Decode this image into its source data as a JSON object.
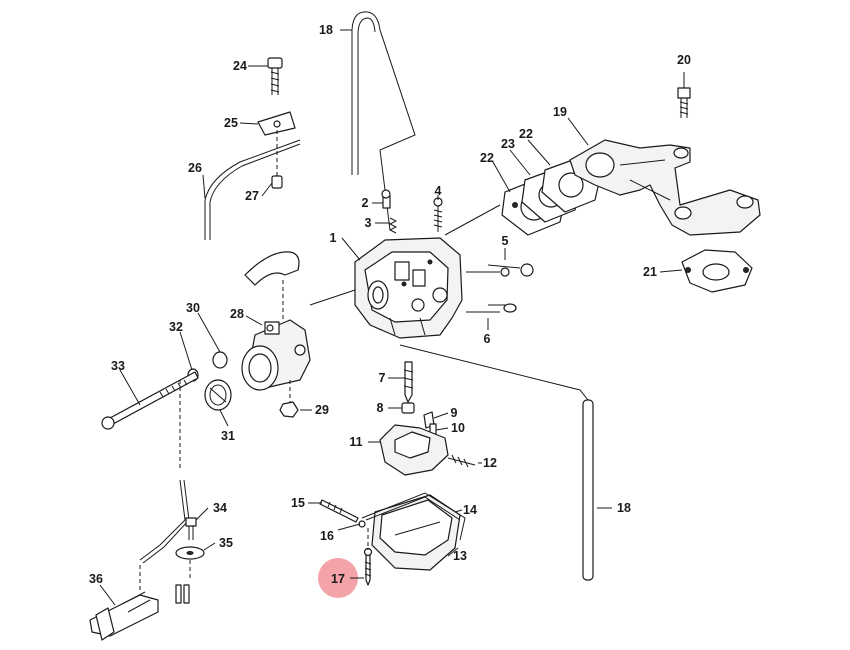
{
  "highlight": {
    "color": "#f4a3a8",
    "label": "17"
  },
  "callouts": [
    "1",
    "2",
    "3",
    "4",
    "5",
    "6",
    "7",
    "8",
    "9",
    "10",
    "11",
    "12",
    "13",
    "14",
    "15",
    "16",
    "17",
    "18",
    "18",
    "19",
    "20",
    "21",
    "22",
    "22",
    "23",
    "24",
    "25",
    "26",
    "27",
    "28",
    "29",
    "30",
    "31",
    "32",
    "33",
    "34",
    "35",
    "36"
  ]
}
